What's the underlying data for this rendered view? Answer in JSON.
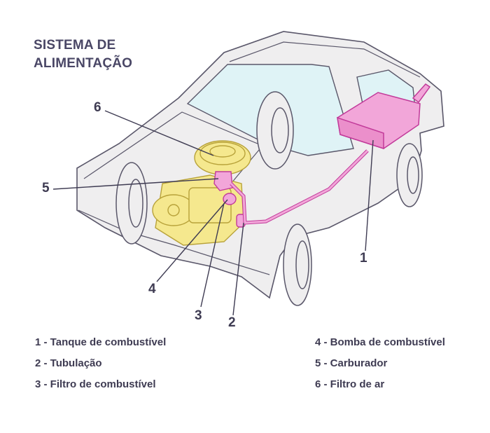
{
  "title": {
    "line1": "SISTEMA DE",
    "line2": "ALIMENTAÇÃO"
  },
  "callouts": {
    "c1": "1",
    "c2": "2",
    "c3": "3",
    "c4": "4",
    "c5": "5",
    "c6": "6"
  },
  "legend": {
    "left": [
      "1 - Tanque de combustível",
      "2 - Tubulação",
      "3 - Filtro de combustível"
    ],
    "right": [
      "4 - Bomba de combustível",
      "5 - Carburador",
      "6 - Filtro de ar"
    ]
  },
  "colors": {
    "car_fill": "#efeeef",
    "car_outline": "#5a576a",
    "fuel_system": "#f2a6d9",
    "fuel_outline": "#c23a9a",
    "engine": "#f5e88e",
    "engine_outline": "#b8a23a",
    "text": "#3e3b52"
  }
}
